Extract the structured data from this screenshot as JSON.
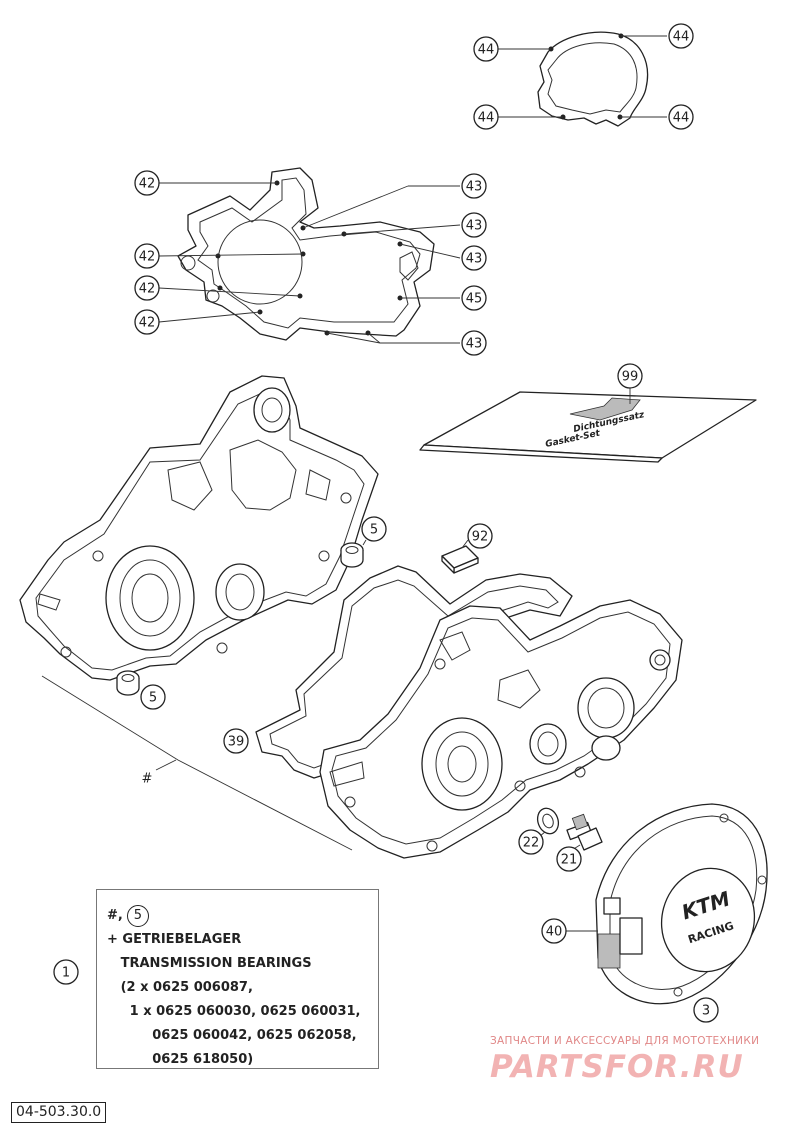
{
  "diagram": {
    "code": "04-503.30.0",
    "callouts": [
      "44",
      "44",
      "44",
      "44",
      "42",
      "43",
      "43",
      "42",
      "43",
      "42",
      "45",
      "42",
      "43",
      "99",
      "5",
      "92",
      "5",
      "39",
      "#",
      "22",
      "21",
      "40",
      "3",
      "1"
    ],
    "info_box": {
      "row1_prefix": "#,",
      "row1_ref": "5",
      "row2": "+ GETRIEBELAGER",
      "row3": "   TRANSMISSION BEARINGS",
      "row4": "   (2 x 0625 006087,",
      "row5": "     1 x 0625 060030, 0625 060031,",
      "row6": "          0625 060042, 0625 062058,",
      "row7": "          0625 618050)"
    },
    "seal_text_1": "Dichtungssatz",
    "seal_text_2": "Gasket-Set",
    "cover_text_1": "KTM",
    "cover_text_2": "RACING"
  },
  "watermark": {
    "line1": "ЗАПЧАСТИ И АКСЕССУАРЫ ДЛЯ МОТОТЕХНИКИ",
    "brand": "PARTSFOR.RU"
  },
  "colors": {
    "ink": "#222222",
    "watermark": "#e08787"
  }
}
